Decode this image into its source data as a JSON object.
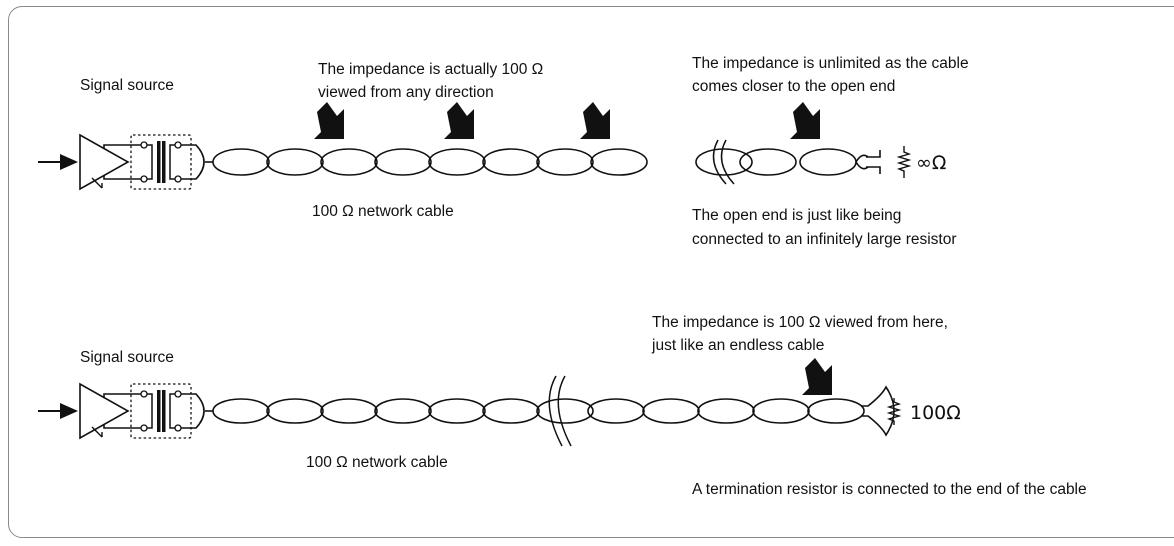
{
  "top": {
    "source_label": "Signal source",
    "callout_line1": "The impedance is actually 100 Ω",
    "callout_line2": "viewed from any direction",
    "open_line1": "The impedance is unlimited as the cable",
    "open_line2": "comes closer to the open end",
    "cable_label": "100 Ω network cable",
    "open_note_line1": "The open end is just like being",
    "open_note_line2": "connected to an infinitely large resistor",
    "end_label": "∞Ω"
  },
  "bottom": {
    "source_label": "Signal source",
    "callout_line1": "The impedance is 100 Ω viewed from here,",
    "callout_line2": "just like an endless cable",
    "cable_label": "100 Ω network cable",
    "end_label": "100Ω",
    "note": "A termination resistor is connected to the end of the cable"
  },
  "colors": {
    "line": "#111111",
    "border": "#8a8a8a"
  }
}
